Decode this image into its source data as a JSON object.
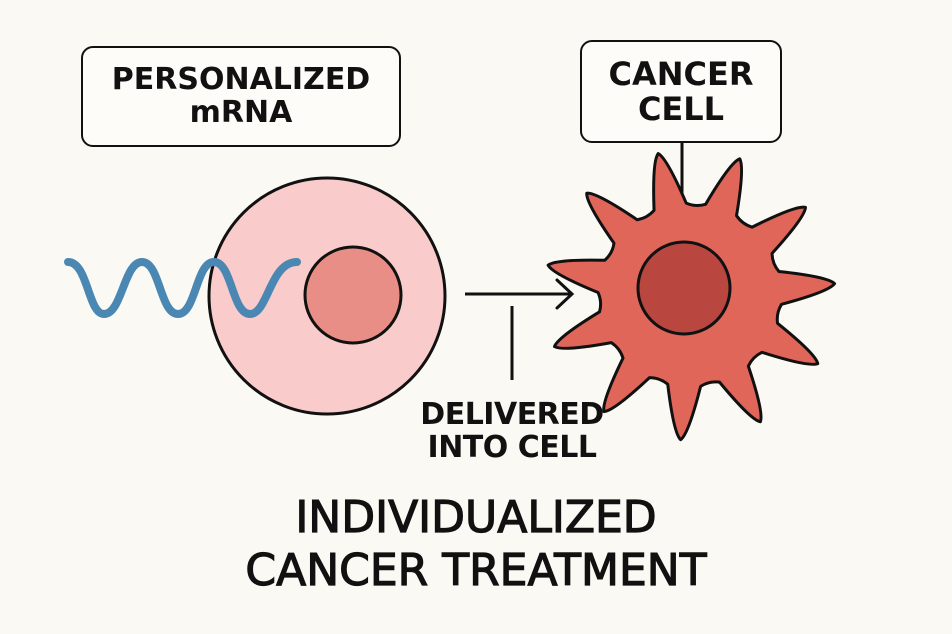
{
  "labels": {
    "mrna": {
      "line1": "PERSONALIZED",
      "line2": "mRNA"
    },
    "cancer_cell": {
      "line1": "CANCER",
      "line2": "CELL"
    },
    "delivered": {
      "line1": "DELIVERED",
      "line2": "INTO CELL"
    }
  },
  "title": {
    "line1": "INDIVIDUALIZED",
    "line2": "CANCER TREATMENT"
  },
  "colors": {
    "background": "#fbf9f4",
    "mrna_strand": "#4a88b3",
    "normal_cell": "#f9cccb",
    "normal_nucleus": "#e98e86",
    "cancer_cell": "#e0665a",
    "cancer_nucleus": "#b9473f",
    "outline": "#111111"
  }
}
